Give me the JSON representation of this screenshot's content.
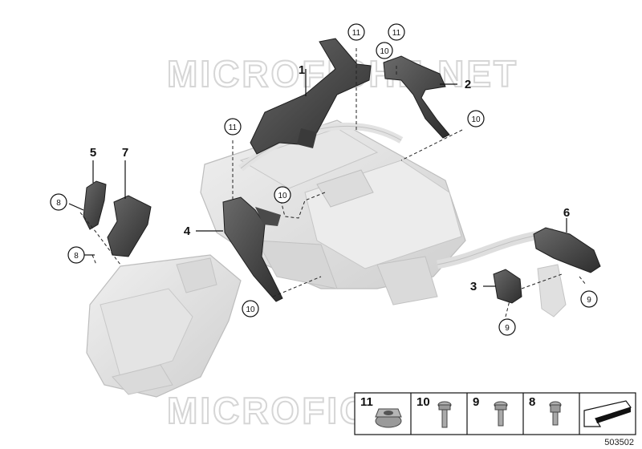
{
  "watermark": "MICROFICHE.NET",
  "callouts": {
    "c1": "1",
    "c2": "2",
    "c3": "3",
    "c4": "4",
    "c5": "5",
    "c6": "6",
    "c7": "7",
    "c8a": "8",
    "c8b": "8",
    "c9a": "9",
    "c9b": "9",
    "c10a": "10",
    "c10b": "10",
    "c10c": "10",
    "c10d": "10",
    "c11a": "11",
    "c11b": "11",
    "c11c": "11"
  },
  "legend": {
    "items": [
      {
        "number": "11",
        "icon": "flange-nut-icon"
      },
      {
        "number": "10",
        "icon": "screw-icon"
      },
      {
        "number": "9",
        "icon": "screw-icon"
      },
      {
        "number": "8",
        "icon": "screw-icon"
      },
      {
        "number": "",
        "icon": "direction-arrow-icon"
      }
    ],
    "document_number": "503502"
  }
}
